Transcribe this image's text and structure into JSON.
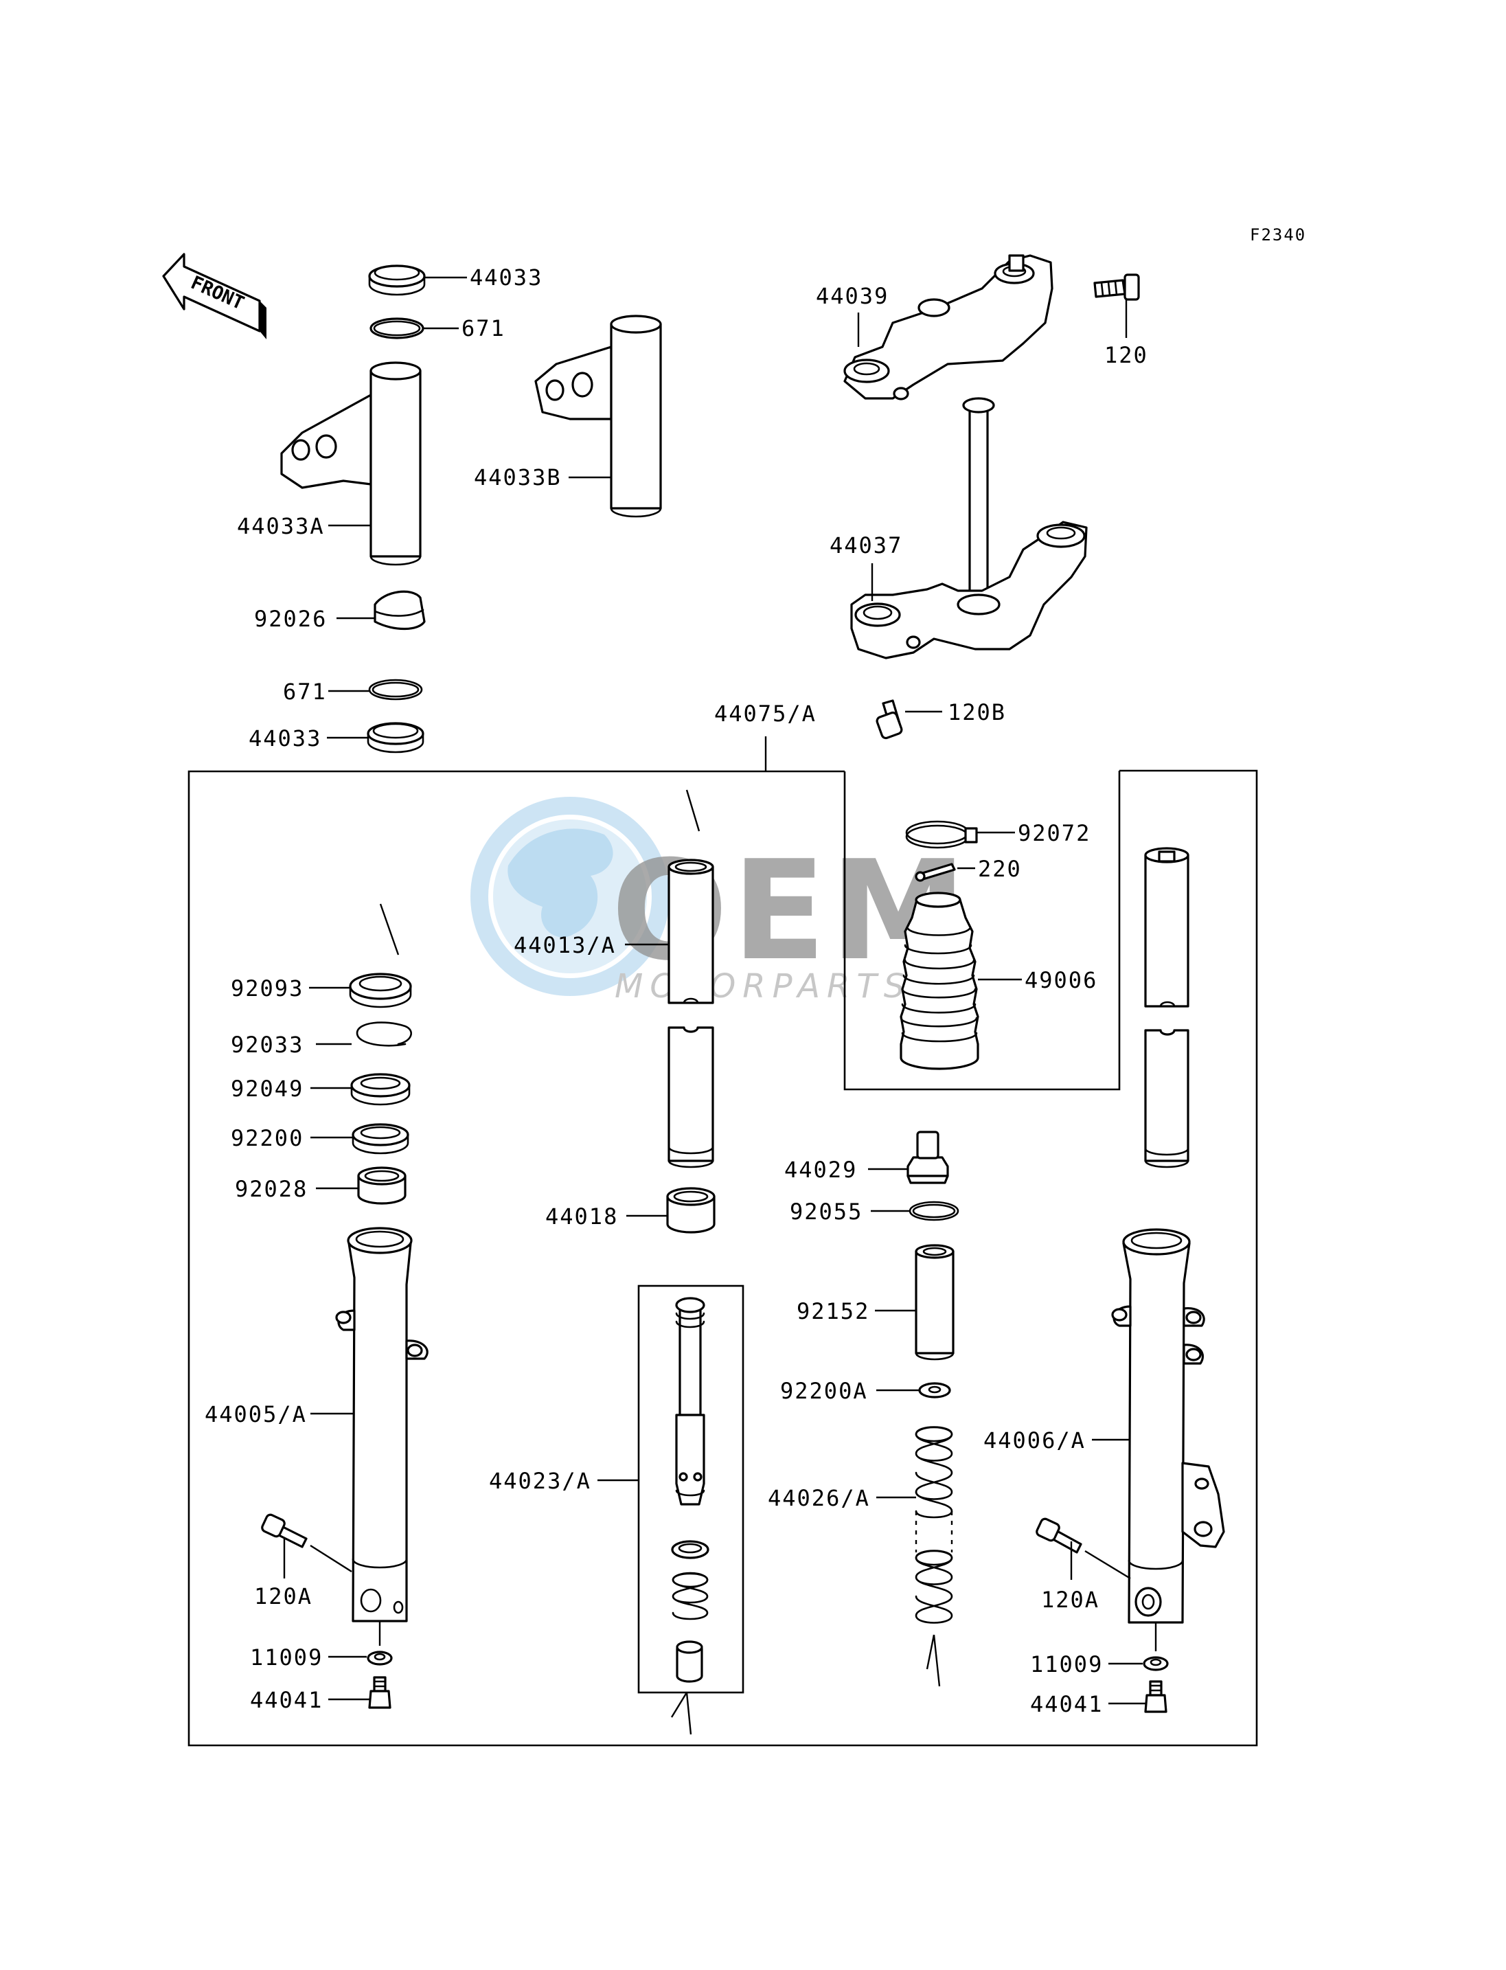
{
  "figure_code": "F2340",
  "direction_arrow": {
    "text": "FRONT",
    "icon": "front-direction-arrow-icon"
  },
  "watermark": {
    "brand": "OEM",
    "tagline": "MOTORPARTS",
    "icon": "globe-icon",
    "colors": {
      "brand": "#3e3e3e",
      "globe": "#5aa7dc",
      "tagline": "#9a9a9a"
    }
  },
  "parts": {
    "p44033_top": "44033",
    "p671_top": "671",
    "p44033B": "44033B",
    "p44033A": "44033A",
    "p92026": "92026",
    "p671_bottom": "671",
    "p44033_bottom": "44033",
    "p44039": "44039",
    "p120": "120",
    "p44037": "44037",
    "p120B": "120B",
    "p44075A": "44075/A",
    "p92072": "92072",
    "p220": "220",
    "p49006": "49006",
    "p44013A": "44013/A",
    "p92093": "92093",
    "p92033": "92033",
    "p92049": "92049",
    "p92200": "92200",
    "p92028": "92028",
    "p44018": "44018",
    "p44029": "44029",
    "p92055": "92055",
    "p92152": "92152",
    "p92200A": "92200A",
    "p44005A": "44005/A",
    "p44023A": "44023/A",
    "p44026A": "44026/A",
    "p44006A": "44006/A",
    "p120A_left": "120A",
    "p120A_right": "120A",
    "p11009_left": "11009",
    "p11009_right": "11009",
    "p44041_left": "44041",
    "p44041_right": "44041"
  }
}
